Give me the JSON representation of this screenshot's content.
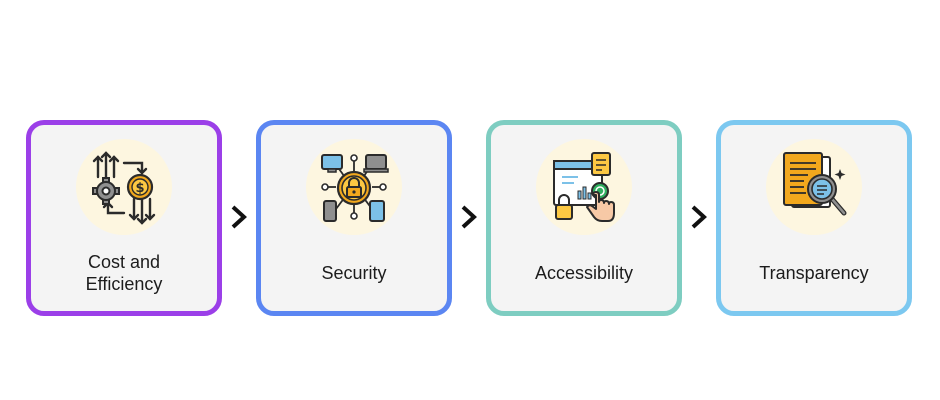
{
  "steps": [
    {
      "label": "Cost and Efficiency",
      "border_color": "#9b3fe8",
      "icon": "gear-coin-exchange-icon"
    },
    {
      "label": "Security",
      "border_color": "#5b86f2",
      "icon": "network-lock-icon"
    },
    {
      "label": "Accessibility",
      "border_color": "#7ecdc1",
      "icon": "fingerprint-access-icon"
    },
    {
      "label": "Transparency",
      "border_color": "#7cc8f0",
      "icon": "document-magnifier-icon"
    }
  ],
  "arrow_icon": "chevron-right-icon"
}
